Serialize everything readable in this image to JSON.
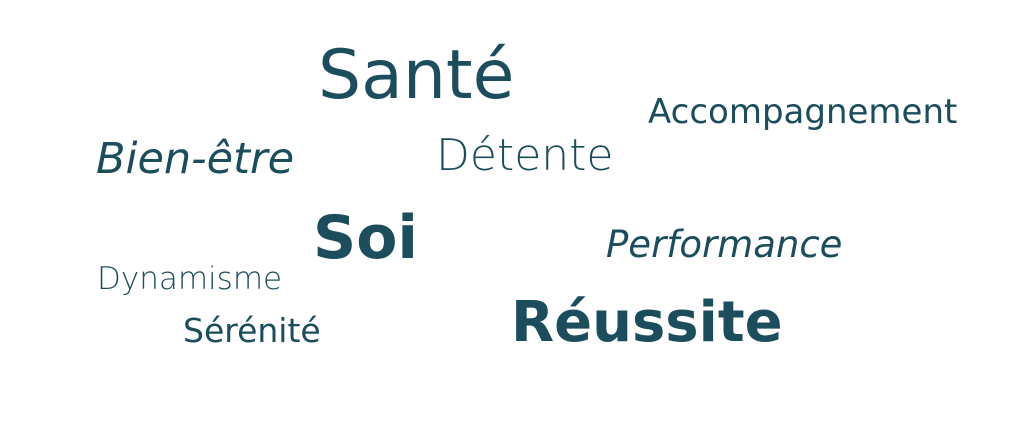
{
  "colors": {
    "text": "#1b4d5c",
    "background": "#ffffff"
  },
  "words": {
    "sante": "Santé",
    "accompagnement": "Accompagnement",
    "bien_etre": "Bien-être",
    "detente": "Détente",
    "soi": "Soi",
    "performance": "Performance",
    "dynamisme": "Dynamisme",
    "serenite": "Sérénité",
    "reussite": "Réussite"
  }
}
